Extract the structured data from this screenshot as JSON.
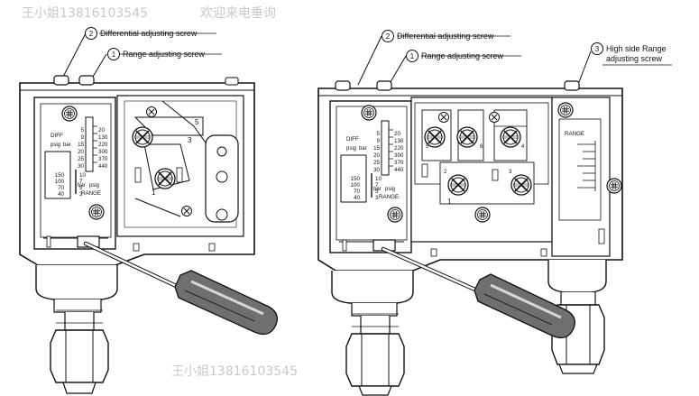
{
  "watermark": {
    "top_name_phone": "王小姐13816103545",
    "top_slogan": "欢迎来电垂询",
    "bottom_name_phone": "王小姐13816103545"
  },
  "left_unit": {
    "callouts": [
      {
        "number": "2",
        "label": "Differential adjusting screw"
      },
      {
        "number": "1",
        "label": "Range adjusting screw"
      }
    ],
    "diff_label": "DIFF",
    "units_top": [
      "psig",
      "bar"
    ],
    "diff_scale_left": [
      "5",
      "9",
      "15",
      "20",
      "25",
      "30"
    ],
    "diff_scale_right": [
      "20",
      "130",
      "220",
      "300",
      "370",
      "440"
    ],
    "range_scale_left": [
      "150",
      "100",
      "70",
      "40"
    ],
    "range_scale_right": [
      "10",
      "7",
      "5",
      "3"
    ],
    "units_bottom": [
      "bar",
      "psig"
    ],
    "range_label": "RANGE",
    "body_numbers": [
      "5",
      "3",
      "1"
    ]
  },
  "right_unit": {
    "callouts": [
      {
        "number": "2",
        "label": "Differential adjusting screw"
      },
      {
        "number": "1",
        "label": "Range adjusting screw"
      },
      {
        "number": "3",
        "label": "High side Range adjusting screw"
      }
    ],
    "diff_label": "DIFF",
    "units_top": [
      "psig",
      "bar"
    ],
    "diff_scale_left": [
      "5",
      "9",
      "15",
      "20",
      "25",
      "30"
    ],
    "diff_scale_right": [
      "20",
      "130",
      "220",
      "300",
      "370",
      "440"
    ],
    "range_scale_left": [
      "150",
      "100",
      "70",
      "40"
    ],
    "range_scale_right": [
      "10",
      "7",
      "5",
      "3"
    ],
    "units_bottom": [
      "bar",
      "psig"
    ],
    "range_label": "RANGE",
    "body_numbers": [
      "5",
      "6",
      "4",
      "2",
      "3",
      "1"
    ],
    "high_range_label": "RANGE"
  }
}
